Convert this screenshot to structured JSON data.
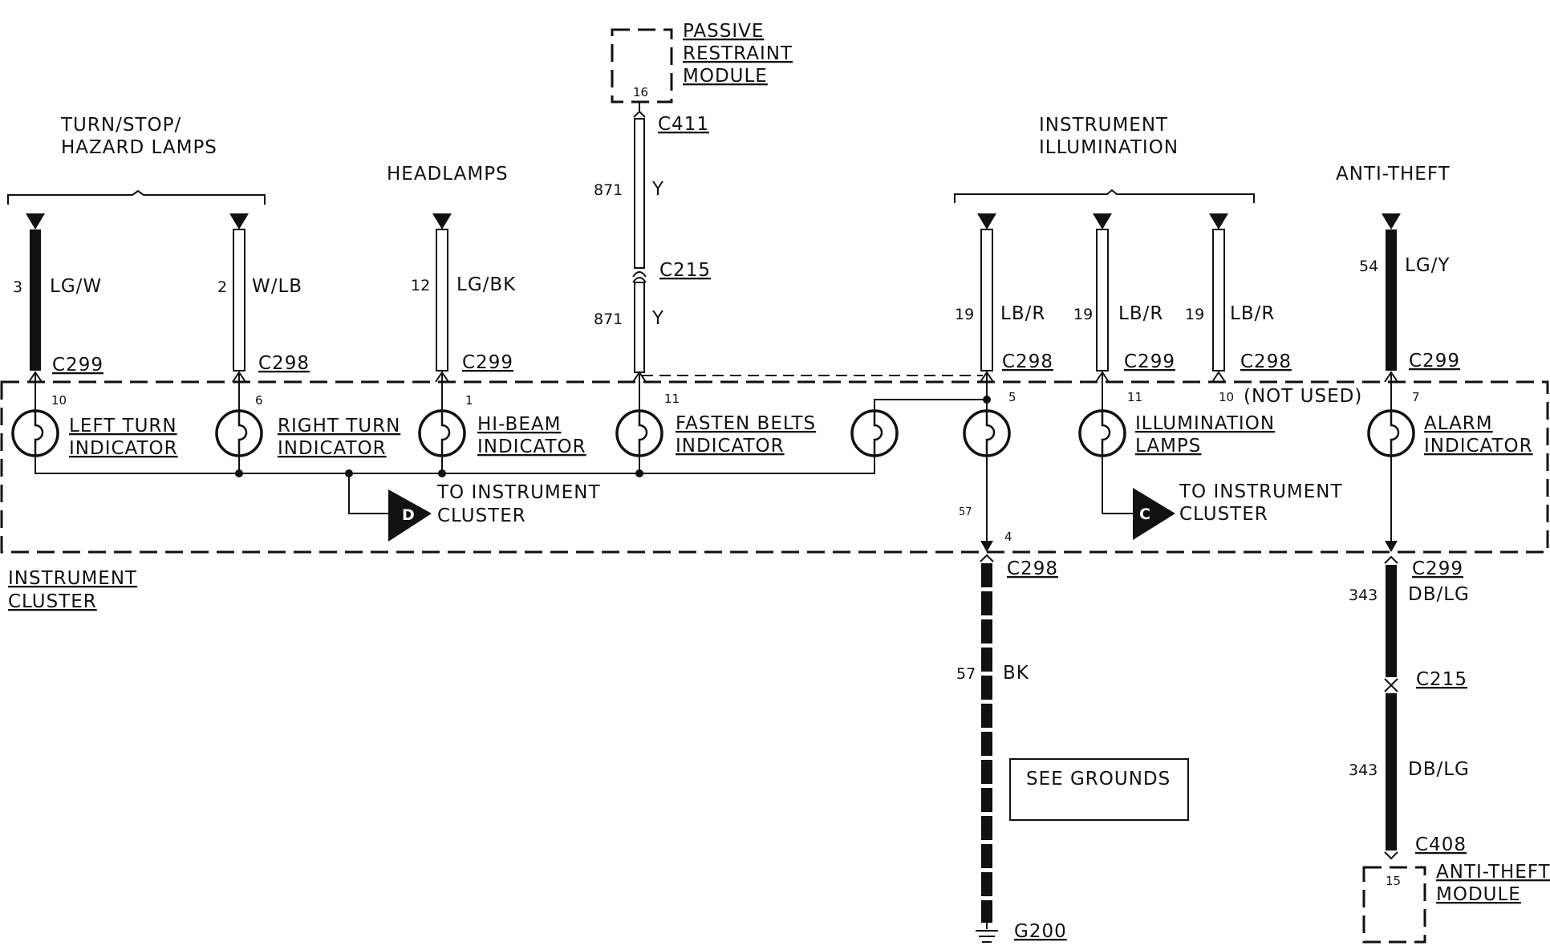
{
  "groups": {
    "turn_stop": "TURN/STOP/",
    "hazard": "HAZARD LAMPS",
    "headlamps": "HEADLAMPS",
    "illum1": "INSTRUMENT",
    "illum2": "ILLUMINATION",
    "anti_theft": "ANTI-THEFT"
  },
  "modules": {
    "prm1": "PASSIVE",
    "prm2": "RESTRAINT",
    "prm3": "MODULE",
    "prm_pin": "16",
    "cluster1": "INSTRUMENT",
    "cluster2": "CLUSTER",
    "atm1": "ANTI-THEFT",
    "atm2": "MODULE",
    "atm_pin": "15"
  },
  "wires": {
    "w1": {
      "circuit": "3",
      "color": "LG/W"
    },
    "w2": {
      "circuit": "2",
      "color": "W/LB"
    },
    "w3": {
      "circuit": "12",
      "color": "LG/BK"
    },
    "w4a": {
      "circuit": "871",
      "color": "Y"
    },
    "w4b": {
      "circuit": "871",
      "color": "Y"
    },
    "w5": {
      "circuit": "19",
      "color": "LB/R"
    },
    "w6": {
      "circuit": "19",
      "color": "LB/R"
    },
    "w7": {
      "circuit": "19",
      "color": "LB/R"
    },
    "w8": {
      "circuit": "54",
      "color": "LG/Y"
    },
    "w9": {
      "circuit": "57",
      "color": "BK"
    },
    "w10a": {
      "circuit": "343",
      "color": "DB/LG"
    },
    "w10b": {
      "circuit": "343",
      "color": "DB/LG"
    }
  },
  "connectors": {
    "c1": "C299",
    "c2": "C298",
    "c3": "C299",
    "c4": "C411",
    "c5": "C215",
    "c6": "C298",
    "c7": "C299",
    "c8": "C298",
    "c9": "C299",
    "c10": "C298",
    "c11": "C299",
    "c12": "C215",
    "c13": "C408",
    "g": "G200"
  },
  "pins": {
    "p1": "10",
    "p2": "6",
    "p3": "1",
    "p4": "11",
    "p5": "5",
    "p6": "11",
    "p7": "10",
    "p8": "7",
    "p9": "4"
  },
  "indicators": {
    "left1": "LEFT TURN",
    "left2": "INDICATOR",
    "right1": "RIGHT TURN",
    "right2": "INDICATOR",
    "hibeam1": "HI-BEAM",
    "hibeam2": "INDICATOR",
    "belts1": "FASTEN BELTS",
    "belts2": "INDICATOR",
    "illum1": "ILLUMINATION",
    "illum2": "LAMPS",
    "alarm1": "ALARM",
    "alarm2": "INDICATOR"
  },
  "notes": {
    "not_used": "(NOT USED)",
    "to_cluster_1": "TO INSTRUMENT",
    "cluster_word": "CLUSTER",
    "see_grounds": "SEE GROUNDS",
    "d": "D",
    "c": "C",
    "stray": "57"
  }
}
